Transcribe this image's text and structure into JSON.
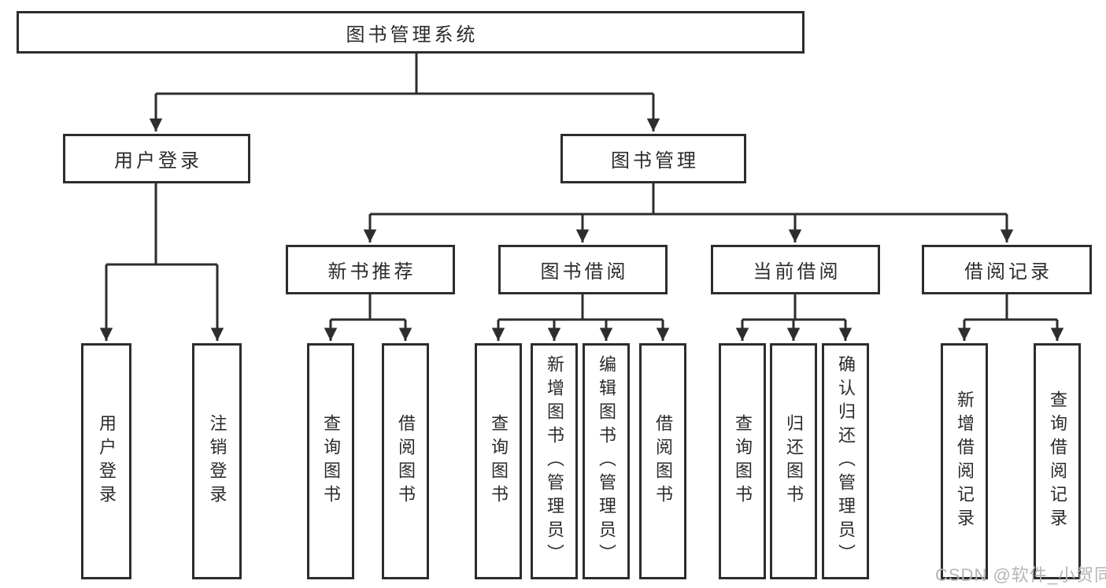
{
  "diagram_title": "图书管理系统",
  "nodes": {
    "root": "图书管理系统",
    "level1": [
      "用户登录",
      "图书管理"
    ],
    "level2": [
      "新书推荐",
      "图书借阅",
      "当前借阅",
      "借阅记录"
    ],
    "leaves": [
      "用户登录",
      "注销登录",
      "查询图书",
      "借阅图书",
      "查询图书",
      "新增图书（管理员）",
      "编辑图书（管理员）",
      "借阅图书",
      "查询图书",
      "归还图书",
      "确认归还（管理员）",
      "新增借阅记录",
      "查询借阅记录"
    ]
  },
  "hierarchy": {
    "图书管理系统": {
      "用户登录": [
        "用户登录",
        "注销登录"
      ],
      "图书管理": {
        "新书推荐": [
          "查询图书",
          "借阅图书"
        ],
        "图书借阅": [
          "查询图书",
          "新增图书（管理员）",
          "编辑图书（管理员）",
          "借阅图书"
        ],
        "当前借阅": [
          "查询图书",
          "归还图书",
          "确认归还（管理员）"
        ],
        "借阅记录": [
          "新增借阅记录",
          "查询借阅记录"
        ]
      }
    }
  },
  "watermark": "CSDN @软件_小贺同学",
  "colors": {
    "line": "#2d2d2d",
    "text": "#2b2b2b",
    "box_background": "#ffffff",
    "page_background": "#ffffff",
    "watermark": "#b5b5b9"
  }
}
